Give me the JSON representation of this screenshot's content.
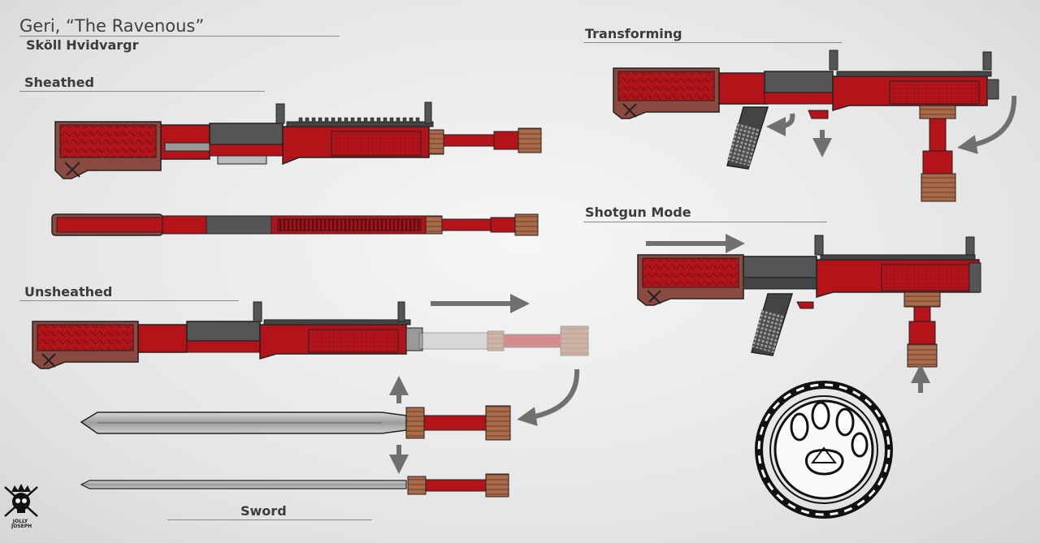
{
  "title": "Geri, “The Ravenous”",
  "subtitle": "Sköll Hvidvargr",
  "sections": {
    "sheathed": "Sheathed",
    "unsheathed": "Unsheathed",
    "sword": "Sword",
    "transforming": "Transforming",
    "shotgun_mode": "Shotgun Mode"
  },
  "logo": {
    "line1": "JOLLY",
    "line2": "JOSEPH"
  },
  "colors": {
    "body_red": "#b3141a",
    "dark_red": "#7a1216",
    "accent_red": "#d42a2a",
    "brown_stock": "#8a4a40",
    "gunmetal": "#555555",
    "steel": "#9a9a9a",
    "bronze": "#a86a48",
    "arrow_grey": "#707070"
  }
}
